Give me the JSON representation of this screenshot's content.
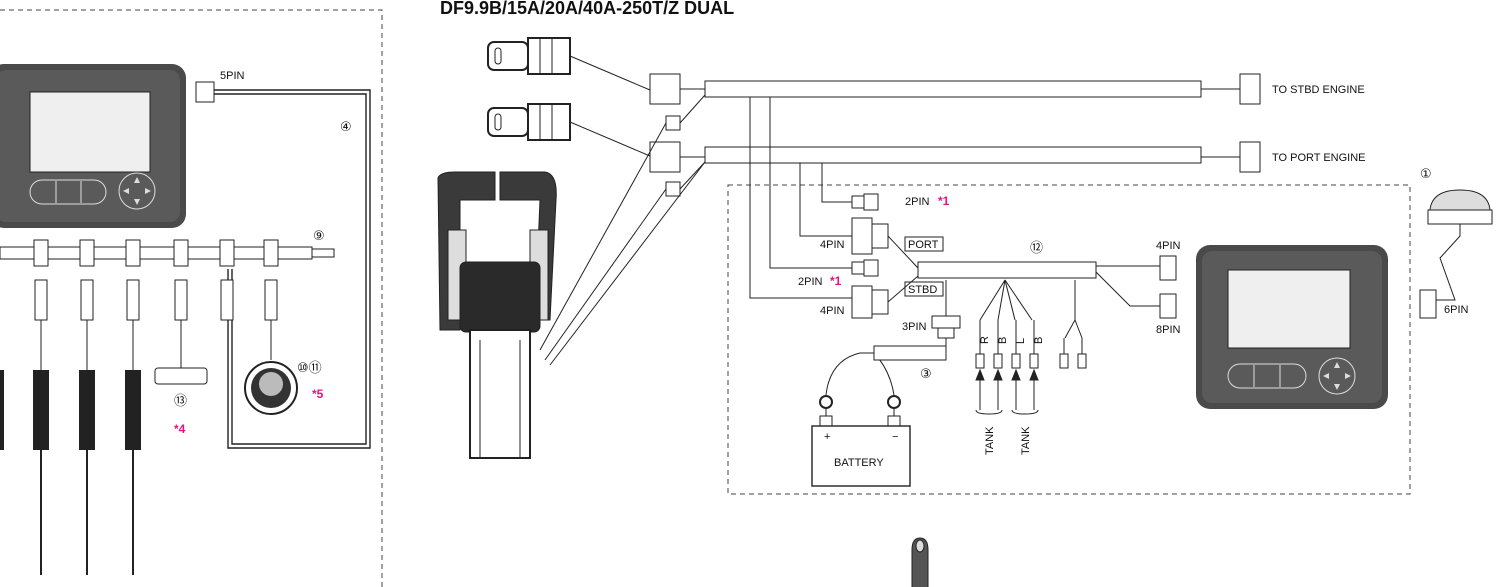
{
  "title": "DF9.9B/15A/20A/40A-250T/Z DUAL",
  "labels": {
    "five_pin": "5PIN",
    "to_stbd": "TO STBD ENGINE",
    "to_port": "TO PORT ENGINE",
    "two_pin_top": "2PIN",
    "four_pin_port": "4PIN",
    "port": "PORT",
    "two_pin_stbd": "2PIN",
    "stbd": "STBD",
    "four_pin_stbd": "4PIN",
    "three_pin": "3PIN",
    "four_pin_right": "4PIN",
    "eight_pin": "8PIN",
    "six_pin": "6PIN",
    "battery": "BATTERY",
    "plus": "+",
    "minus": "−",
    "tank1": "TANK",
    "tank2": "TANK",
    "wire_r": "R",
    "wire_b1": "B",
    "wire_l": "L",
    "wire_b2": "B"
  },
  "callouts": {
    "n1": "①",
    "n3": "③",
    "n4": "④",
    "n9": "⑨",
    "n10_11": "⑩⑪",
    "n12": "⑫",
    "n13": "⑬"
  },
  "notes": {
    "star1_a": "*1",
    "star1_b": "*1",
    "star4": "*4",
    "star5": "*5"
  },
  "colors": {
    "note": "#e0157e",
    "device_body": "#4a4a4a",
    "screen": "#efefef"
  }
}
